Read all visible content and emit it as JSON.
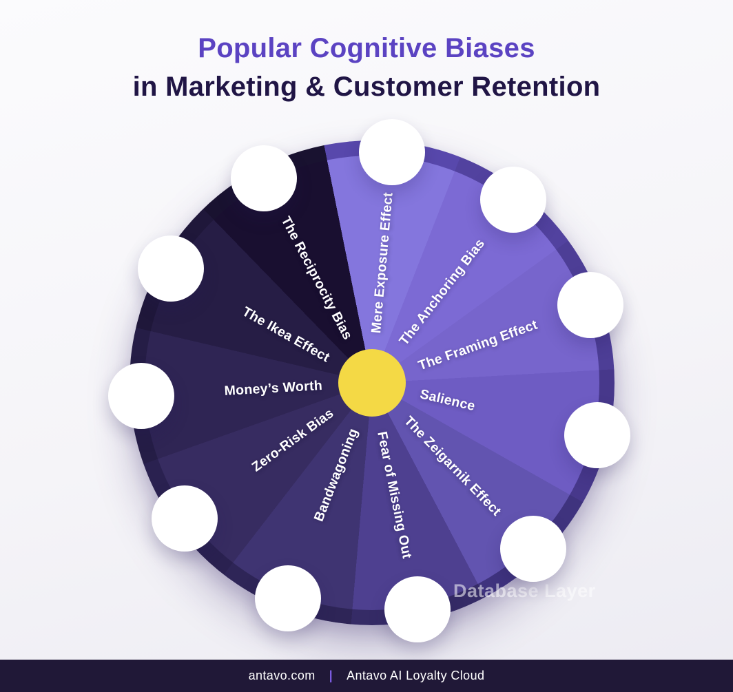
{
  "title": {
    "line1": "Popular Cognitive Biases",
    "line2": "in Marketing & Customer Retention"
  },
  "colors": {
    "title_line1": "#5B43C2",
    "title_line2": "#201545",
    "background": "#F5F4F8",
    "footer_bg": "#201837",
    "separator": "#7B5BE0",
    "wheel_center": "#F4D945",
    "label_text": "#FFFFFF"
  },
  "wheel": {
    "segments": [
      {
        "label": "Mere Exposure Effect",
        "icon": "eye-icon",
        "color": "#8476DD",
        "ring_color": "#5848AC"
      },
      {
        "label": "The Anchoring Bias",
        "icon": "anchor-icon",
        "color": "#7C6AD4",
        "ring_color": "#52429F"
      },
      {
        "label": "The Framing Effect",
        "icon": "stamp-icon",
        "color": "#7765CC",
        "ring_color": "#4D3E96"
      },
      {
        "label": "Salience",
        "icon": "star-icon",
        "color": "#6E5CC3",
        "ring_color": "#47388B"
      },
      {
        "label": "The Zeigarnik Effect",
        "icon": "puzzle-icon",
        "color": "#6254B0",
        "ring_color": "#3F337E"
      },
      {
        "label": "Fear of Missing Out",
        "icon": "stopwatch-icon",
        "color": "#4E4090",
        "ring_color": "#352B66"
      },
      {
        "label": "Bandwagoning",
        "icon": "train-icon",
        "color": "#3F3472",
        "ring_color": "#2E2557"
      },
      {
        "label": "Zero-Risk Bias",
        "icon": "shield-check-icon",
        "color": "#372C61",
        "ring_color": "#2A2150"
      },
      {
        "label": "Money’s Worth",
        "icon": "money-bag-icon",
        "color": "#2F2554",
        "ring_color": "#251D46"
      },
      {
        "label": "The Ikea Effect",
        "icon": "tools-icon",
        "color": "#261D45",
        "ring_color": "#1F173A"
      },
      {
        "label": "The Reciprocity Bias",
        "icon": "heart-icon",
        "color": "#190F30",
        "ring_color": "#191230"
      }
    ]
  },
  "watermark": "Database Layer",
  "footer": {
    "site": "antavo.com",
    "separator": "|",
    "brand": "Antavo AI Loyalty Cloud"
  }
}
